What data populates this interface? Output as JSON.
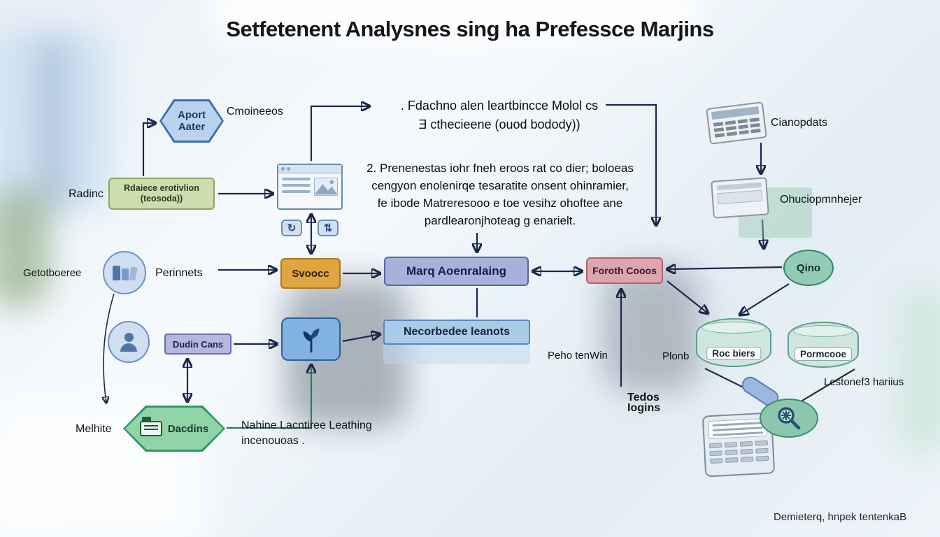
{
  "title": "Setfetenent Analysnes sing ha Prefessce Marjins",
  "colors": {
    "arrow": "#1c2a4a",
    "green_arrow": "#2e7d4f",
    "hexagon_blue_fill": "#b9d2ee",
    "green_box_fill": "#cdddb0",
    "orange_box_fill": "#e0a440",
    "purple_box_fill": "#a9b0da",
    "pink_box_fill": "#dda6ae",
    "blue_box_fill": "#a9cbe8",
    "green_hexagon_fill": "#90d4a8",
    "teal_oval_fill": "#93cbb6"
  },
  "top_left": {
    "badge_line1": "Aport",
    "badge_line2": "Aater",
    "badge_label": "Cmoineeos"
  },
  "step1": {
    "line1": ". Fdachno alen leartbincce Molol cs",
    "line2": "Ǝ cthecieene (ouod bodody))"
  },
  "inputs": {
    "radinc_label": "Radinc",
    "green_box_line1": "Rdaiece erotivlion",
    "green_box_line2": "(teosoda))"
  },
  "step2": {
    "line1": "2. Prenenestas iohr fneh eroos rat co dier; boloeas",
    "line2": "cengyon enolenirqe tesaratite onsent ohinramier,",
    "line3": "fe ibode Matreresooo e toe vesihz ohoftee ane",
    "line4": "pardlearonjhoteag g enarielt."
  },
  "pipeline": {
    "svoocc": "Svoocc",
    "marq": "Marq Aoenralaing",
    "foroth": "Foroth Cooos",
    "necorbedee": "Necorbedee leanots"
  },
  "left_column": {
    "getotboeree": "Getotboeree",
    "perinnets": "Perinnets",
    "dudin_cans": "Dudin Cans",
    "melhite": "Melhite",
    "dacdins": "Dacdins",
    "ml_line1": "Nahine Lacntiree Leathing",
    "ml_line2": "incenouoas ."
  },
  "right_column": {
    "cianopdats": "Cianopdats",
    "ohuciopmnhejer": "Ohuciopmnhejer",
    "qino": "Qino",
    "plonb": "Plonb",
    "roc_biers": "Roc biers",
    "pormcooe": "Pormcooe",
    "peho_tenwin": "Peho tenWin",
    "lestonef": "Lestonef3 hariius",
    "tedos": "Tedos",
    "iogins": "Iogins"
  },
  "footer": "Demieterq, hnpek tentenkaB",
  "icons": {
    "refresh_glyph": "↻",
    "swap_glyph": "⇅"
  }
}
